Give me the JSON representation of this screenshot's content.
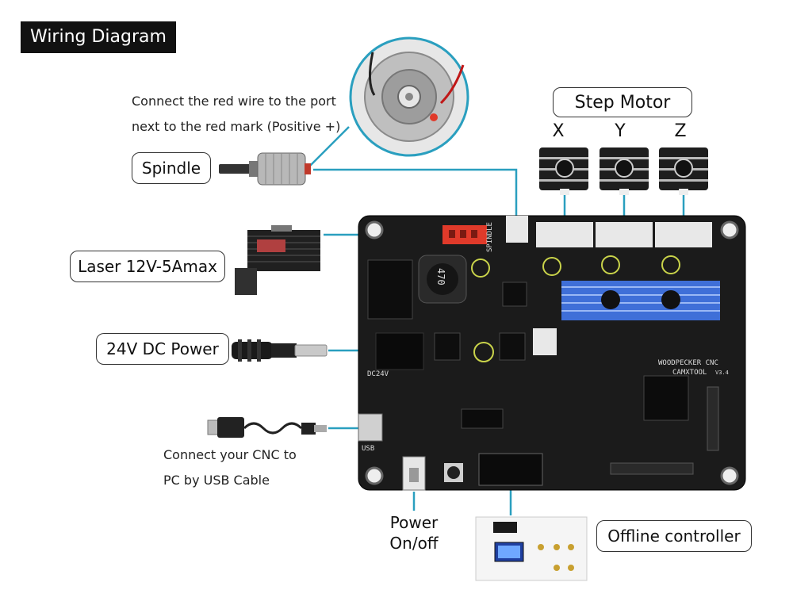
{
  "title": "Wiring Diagram",
  "labels": {
    "spindle": "Spindle",
    "laser": "Laser 12V-5Amax",
    "power_dc": "24V DC Power",
    "step_motor": "Step Motor",
    "offline_controller": "Offline controller",
    "power_switch_line1": "Power",
    "power_switch_line2": "On/off"
  },
  "axes": [
    "X",
    "Y",
    "Z"
  ],
  "notes": {
    "spindle_line1": "Connect the red wire to the port",
    "spindle_line2": "next to the red mark (Positive +)",
    "usb_line1": "Connect your CNC to",
    "usb_line2": "PC by USB Cable"
  },
  "board": {
    "brand": "WOODPECKER CNC",
    "model": "CAMXTOOL",
    "version": "V3.4",
    "silk_spindle": "SPINDLE",
    "silk_dc": "DC24V",
    "silk_usb": "USB",
    "inductor_value": "470"
  },
  "colors": {
    "wire": "#2a9fbf",
    "board": "#1b1b1b",
    "heatsink": "#3f6fd8",
    "red_connector": "#e03a2a"
  },
  "icons": [
    "spindle-motor-icon",
    "laser-module-icon",
    "dc-plug-icon",
    "usb-cable-icon",
    "stepper-motor-icon",
    "offline-controller-icon"
  ]
}
